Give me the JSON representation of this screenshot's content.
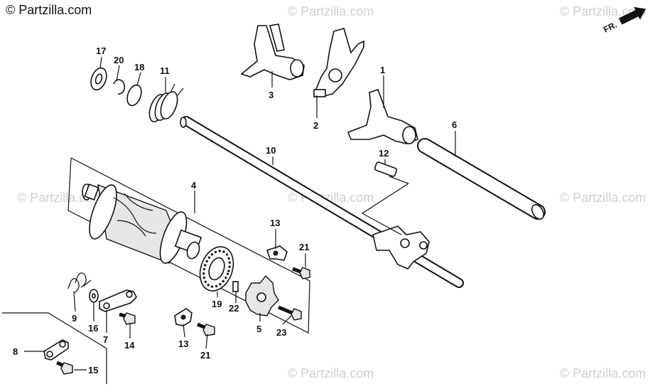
{
  "credit": "© Partzilla.com",
  "watermarks": [
    "© Partzilla.com",
    "© Partzilla.com",
    "© Partzilla.com",
    "© Partzilla.com",
    "© Partzilla.com",
    "© Partzilla.com",
    "© Partzilla.com"
  ],
  "direction_label": "FR.",
  "callouts": {
    "c1": "1",
    "c2": "2",
    "c3": "3",
    "c4": "4",
    "c5": "5",
    "c6": "6",
    "c7": "7",
    "c8": "8",
    "c9": "9",
    "c10": "10",
    "c11": "11",
    "c12": "12",
    "c13a": "13",
    "c13b": "13",
    "c14": "14",
    "c15": "15",
    "c16": "16",
    "c17": "17",
    "c18": "18",
    "c19": "19",
    "c20": "20",
    "c21a": "21",
    "c21b": "21",
    "c22": "22",
    "c23": "23"
  }
}
